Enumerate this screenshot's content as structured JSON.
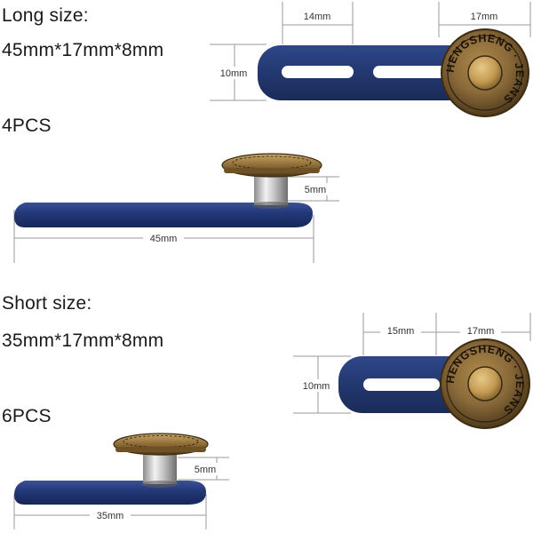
{
  "long": {
    "heading": "Long size:",
    "spec": "45mm*17mm*8mm",
    "count": "4PCS",
    "dims": {
      "slot_spacing": "14mm",
      "button_width": "17mm",
      "height": "10mm",
      "depth": "5mm",
      "length": "45mm"
    }
  },
  "short": {
    "heading": "Short size:",
    "spec": "35mm*17mm*8mm",
    "count": "6PCS",
    "dims": {
      "slot_spacing": "15mm",
      "button_width": "17mm",
      "height": "10mm",
      "depth": "5mm",
      "length": "35mm"
    }
  },
  "button_brand": "HENGSHENG · JEANS",
  "colors": {
    "strap_blue": "#23386f",
    "strap_blue_dark": "#1a2b58",
    "button_bronze": "#8a6a3a",
    "button_rim": "#5a4220",
    "button_center": "#c9a35b",
    "dimension_line": "#9a9a9a"
  }
}
